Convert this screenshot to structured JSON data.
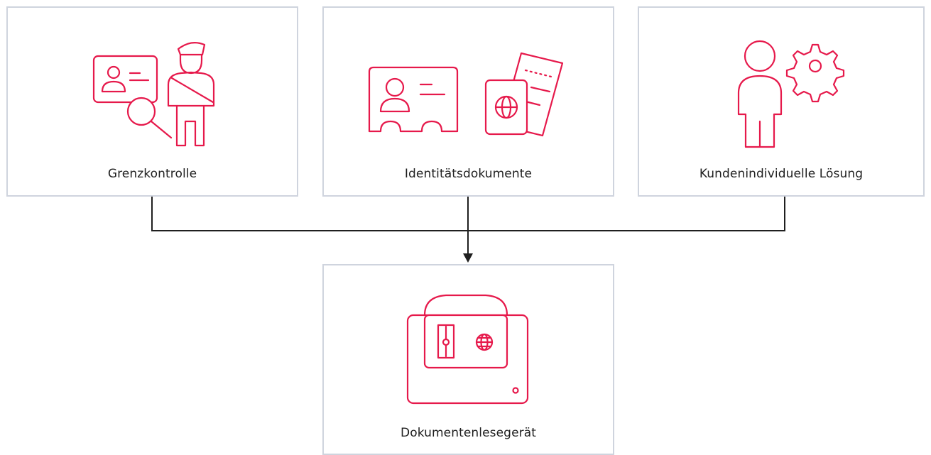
{
  "colors": {
    "accent": "#e6194b",
    "border": "#cfd4de",
    "connector": "#1f1f1f"
  },
  "boxes": {
    "border_control": {
      "label": "Grenzkontrolle",
      "icons": [
        "id-card-icon",
        "magnifier-icon",
        "border-officer-icon"
      ]
    },
    "identity_documents": {
      "label": "Identitätsdokumente",
      "icons": [
        "id-card-icon",
        "passport-icon",
        "ticket-icon"
      ]
    },
    "custom_solution": {
      "label": "Kundenindividuelle Lösung",
      "icons": [
        "person-icon",
        "gear-icon"
      ]
    },
    "document_reader": {
      "label": "Dokumentenlesegerät",
      "icons": [
        "document-reader-icon"
      ]
    }
  }
}
